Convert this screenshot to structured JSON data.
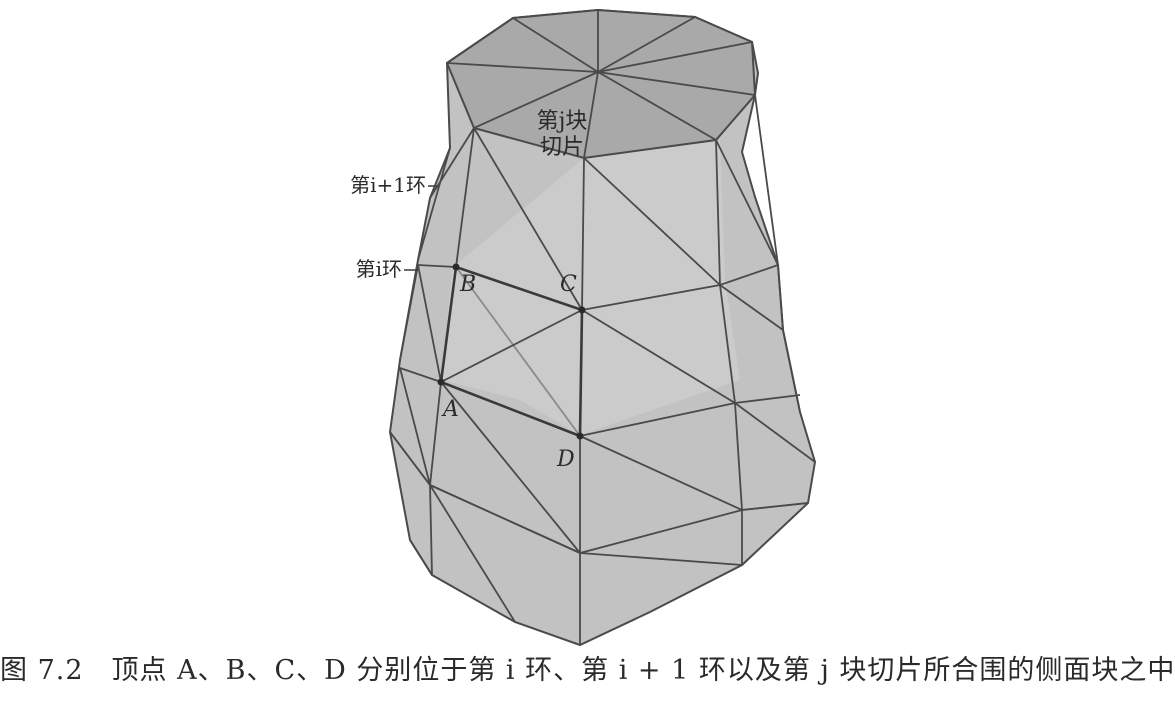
{
  "figure": {
    "slice_label_line1": "第j块",
    "slice_label_line2": "切片",
    "ring_upper_label": "第i+1环",
    "ring_lower_label": "第i环",
    "vertex_a": "A",
    "vertex_b": "B",
    "vertex_c": "C",
    "vertex_d": "D"
  },
  "caption": "图 7.2　顶点 A、B、C、D 分别位于第 i 环、第 i + 1 环以及第 j 块切片所合围的侧面块之中",
  "colors": {
    "fill_side": "#bdbdbd",
    "fill_top": "#a9a9a9",
    "edge": "#4a4a4a",
    "text": "#2a2a2a"
  }
}
